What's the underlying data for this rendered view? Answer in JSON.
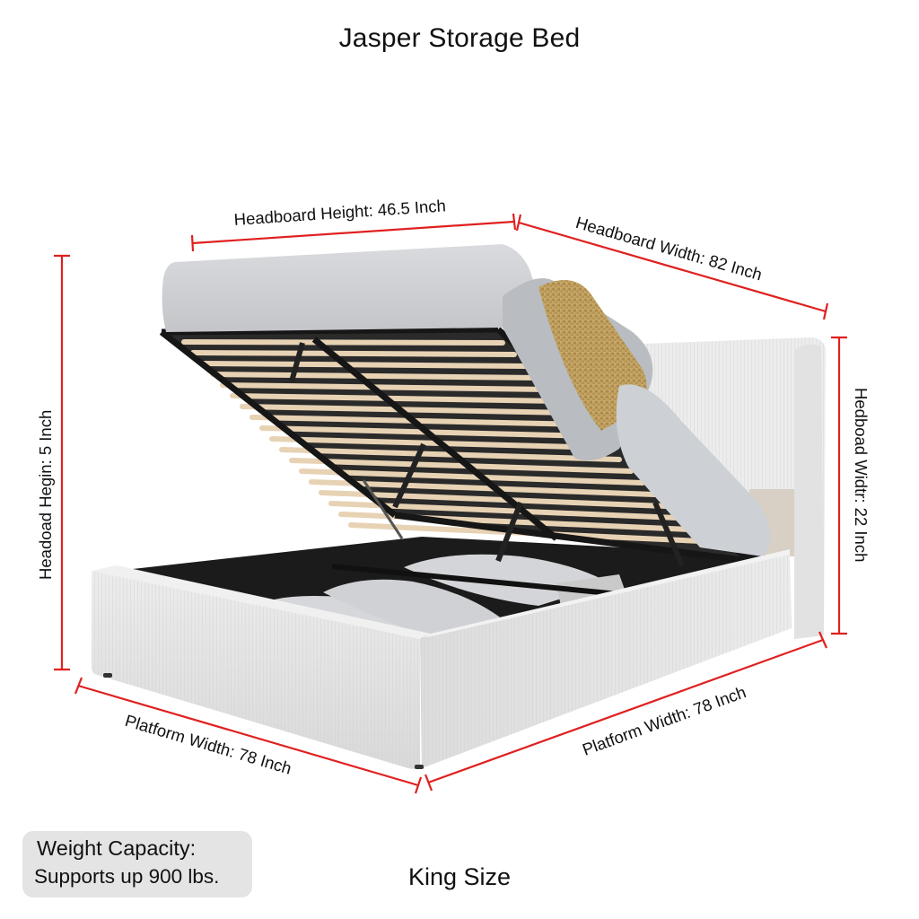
{
  "title": "Jasper Storage Bed",
  "product": {
    "name": "Jasper Storage Bed",
    "size": "King Size",
    "upholstery_color": "#e6e6e6",
    "slat_color": "#e8d4b8",
    "frame_color": "#1e1e1e",
    "dimension_line_color": "#e02020"
  },
  "dimensions": {
    "headboard_height_top": {
      "label": "Headboard Height: 46.5 Inch"
    },
    "headboard_width_top": {
      "label": "Headboard Width: 82 Inch"
    },
    "left_vertical": {
      "label": "Headoad Hegin: 5 Inch"
    },
    "right_vertical": {
      "label": "Hedboad Widtr: 22 Inch"
    },
    "platform_width_left": {
      "label": "Platform Width: 78 Inch"
    },
    "platform_width_right": {
      "label": "Platform Width: 78 Inch"
    }
  },
  "weight_capacity": {
    "line1": "Weight Capacity:",
    "line2": "Supports up 900 lbs."
  },
  "footer": {
    "size_label": "King Size"
  }
}
